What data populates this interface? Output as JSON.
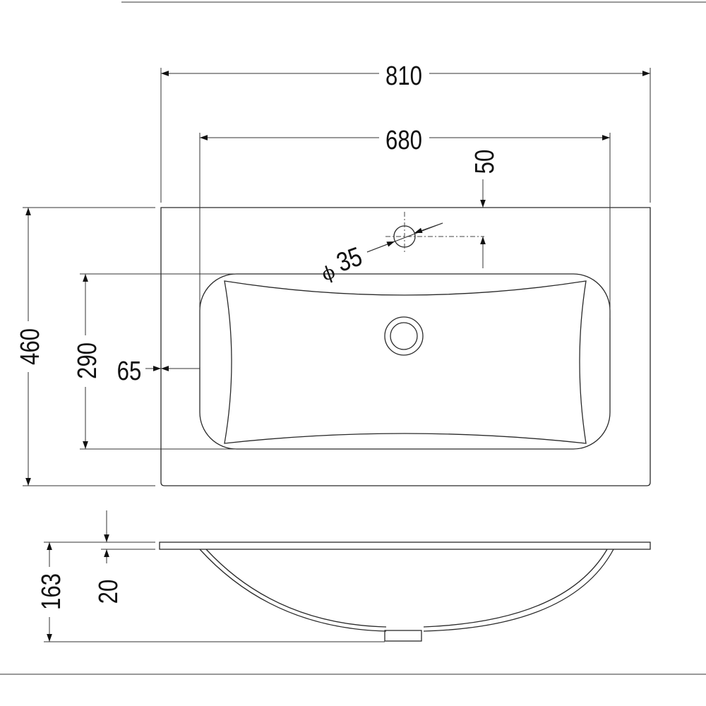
{
  "dimensions": {
    "overall_width": "810",
    "basin_width": "680",
    "tap_offset": "50",
    "tap_hole_symbol": "ϕ",
    "tap_hole_diameter": "35",
    "overall_depth": "460",
    "basin_depth": "290",
    "side_offset": "65",
    "total_height": "163",
    "top_thickness": "20"
  },
  "colors": {
    "line": "#2a2a2a",
    "background": "#ffffff"
  }
}
